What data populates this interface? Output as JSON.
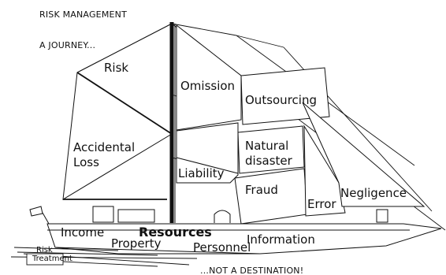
{
  "header": {
    "title": "RISK MANAGEMENT",
    "subtitle": "A JOURNEY...",
    "footer": "...NOT A DESTINATION!"
  },
  "sails": {
    "risk": "Risk",
    "accidental_loss": "Accidental\nLoss",
    "omission": "Omission",
    "outsourcing": "Outsourcing",
    "liability": "Liability",
    "natural_disaster": "Natural\ndisaster",
    "fraud": "Fraud",
    "error": "Error",
    "negligence": "Negligence"
  },
  "hull": {
    "income": "Income",
    "resources": "Resources",
    "property": "Property",
    "personnel": "Personnel",
    "information": "Information",
    "risk_treatment_1": "Risk",
    "risk_treatment_2": "Treatment"
  },
  "colors": {
    "ink": "#111111",
    "background": "#ffffff"
  }
}
